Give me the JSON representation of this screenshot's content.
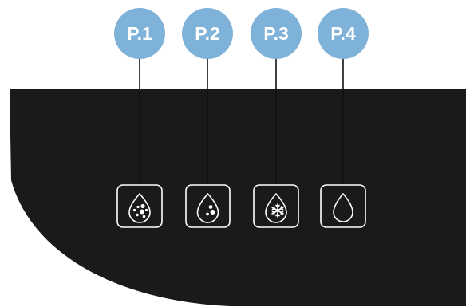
{
  "callouts": [
    {
      "label": "P.1",
      "icon": "water-drop-sparkling-icon"
    },
    {
      "label": "P.2",
      "icon": "water-drop-sparkling-icon"
    },
    {
      "label": "P.3",
      "icon": "water-drop-chilled-icon"
    },
    {
      "label": "P.4",
      "icon": "water-drop-still-icon"
    }
  ],
  "colors": {
    "callout": "#7fb2d9",
    "panel": "#1a1a1a",
    "icon": "#ffffff"
  }
}
